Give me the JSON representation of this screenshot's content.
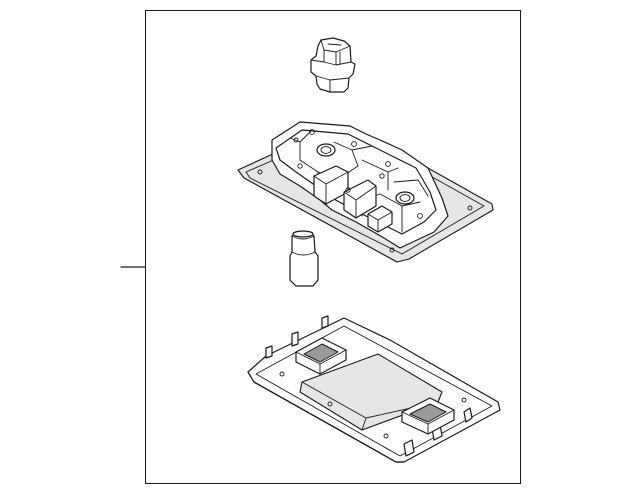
{
  "diagram": {
    "parts": [
      {
        "id": "socket-connector",
        "kind": "electrical socket"
      },
      {
        "id": "lamp-housing",
        "kind": "lamp housing base"
      },
      {
        "id": "bulb",
        "kind": "light bulb"
      },
      {
        "id": "lens-cover",
        "kind": "lens cover panel"
      }
    ],
    "colors": {
      "line": "#1a1a1a",
      "paper": "#ffffff",
      "shade": "#e6e6e6",
      "dark": "#9a9a9a"
    }
  }
}
